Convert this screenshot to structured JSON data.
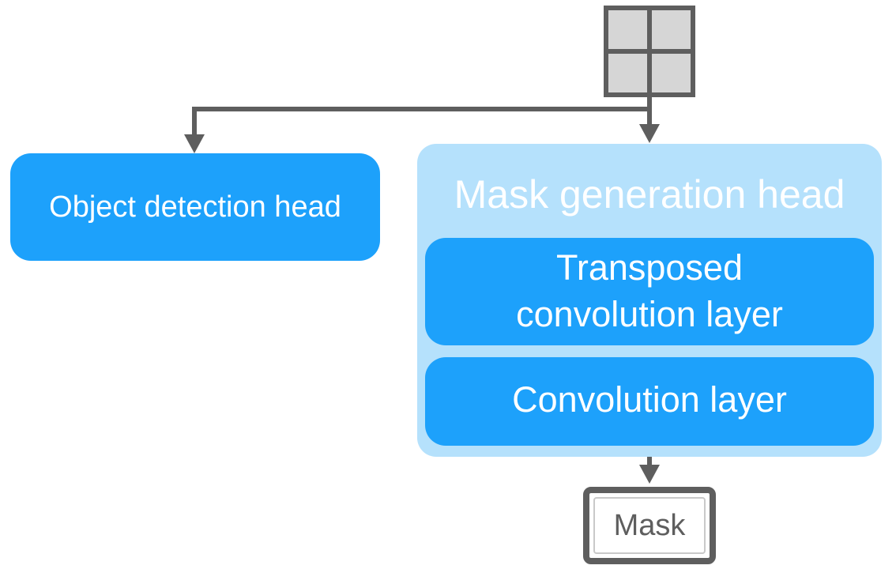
{
  "nodes": {
    "object_detection_head": {
      "label": "Object detection head"
    },
    "mask_generation_head": {
      "title": "Mask generation head",
      "layers": [
        {
          "lines": [
            "Transposed",
            "convolution layer"
          ]
        },
        {
          "lines": [
            "Convolution layer"
          ]
        }
      ]
    },
    "mask_output": {
      "label": "Mask"
    }
  },
  "colors": {
    "primary_blue": "#1da1fb",
    "light_blue": "#b5e1fc",
    "arrow_gray": "#5e5e5e",
    "grid_fill": "#d6d6d6"
  }
}
